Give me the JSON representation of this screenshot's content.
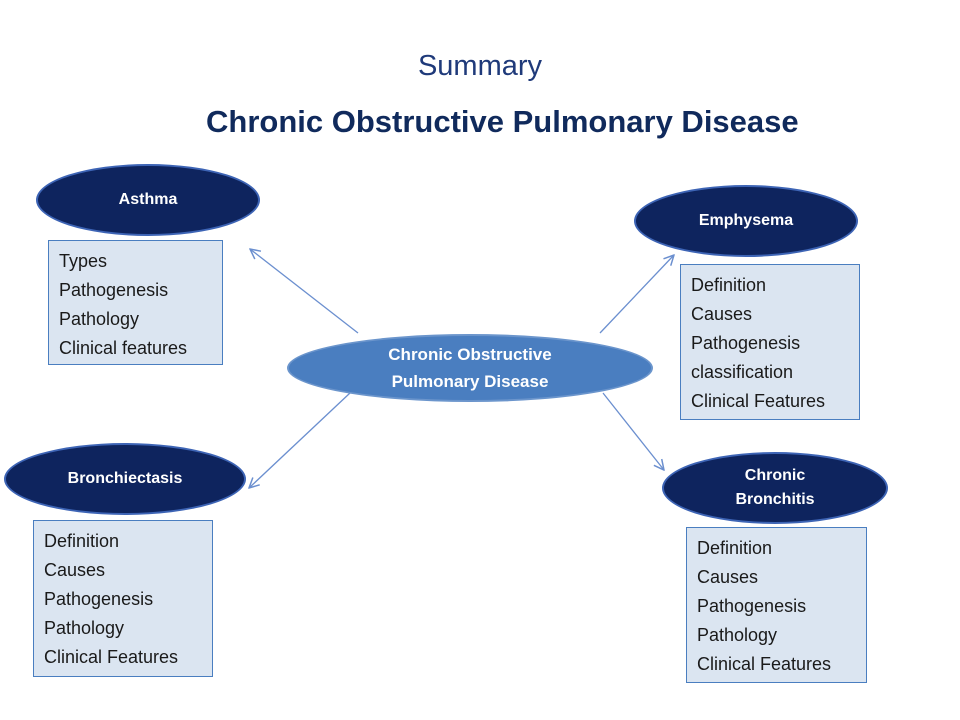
{
  "title": "Summary",
  "subtitle": "Chronic Obstructive Pulmonary Disease",
  "center": {
    "line1": "Chronic Obstructive",
    "line2": "Pulmonary Disease"
  },
  "nodes": {
    "asthma": {
      "label": "Asthma",
      "items": [
        "Types",
        "Pathogenesis",
        "Pathology",
        "Clinical features"
      ]
    },
    "emphysema": {
      "label": "Emphysema",
      "items": [
        "Definition",
        "Causes",
        "Pathogenesis",
        "classification",
        "Clinical Features"
      ]
    },
    "bronchiectasis": {
      "label": "Bronchiectasis",
      "items": [
        "Definition",
        "Causes",
        "Pathogenesis",
        "Pathology",
        "Clinical Features"
      ]
    },
    "chronic_bronchitis": {
      "line1": "Chronic",
      "line2": "Bronchitis",
      "items": [
        "Definition",
        "Causes",
        "Pathogenesis",
        "Pathology",
        "Clinical Features"
      ]
    }
  },
  "colors": {
    "node_fill": "#0e245e",
    "center_fill": "#4a7ec0",
    "box_fill": "#dbe5f1",
    "arrow": "#6b8fcf"
  }
}
